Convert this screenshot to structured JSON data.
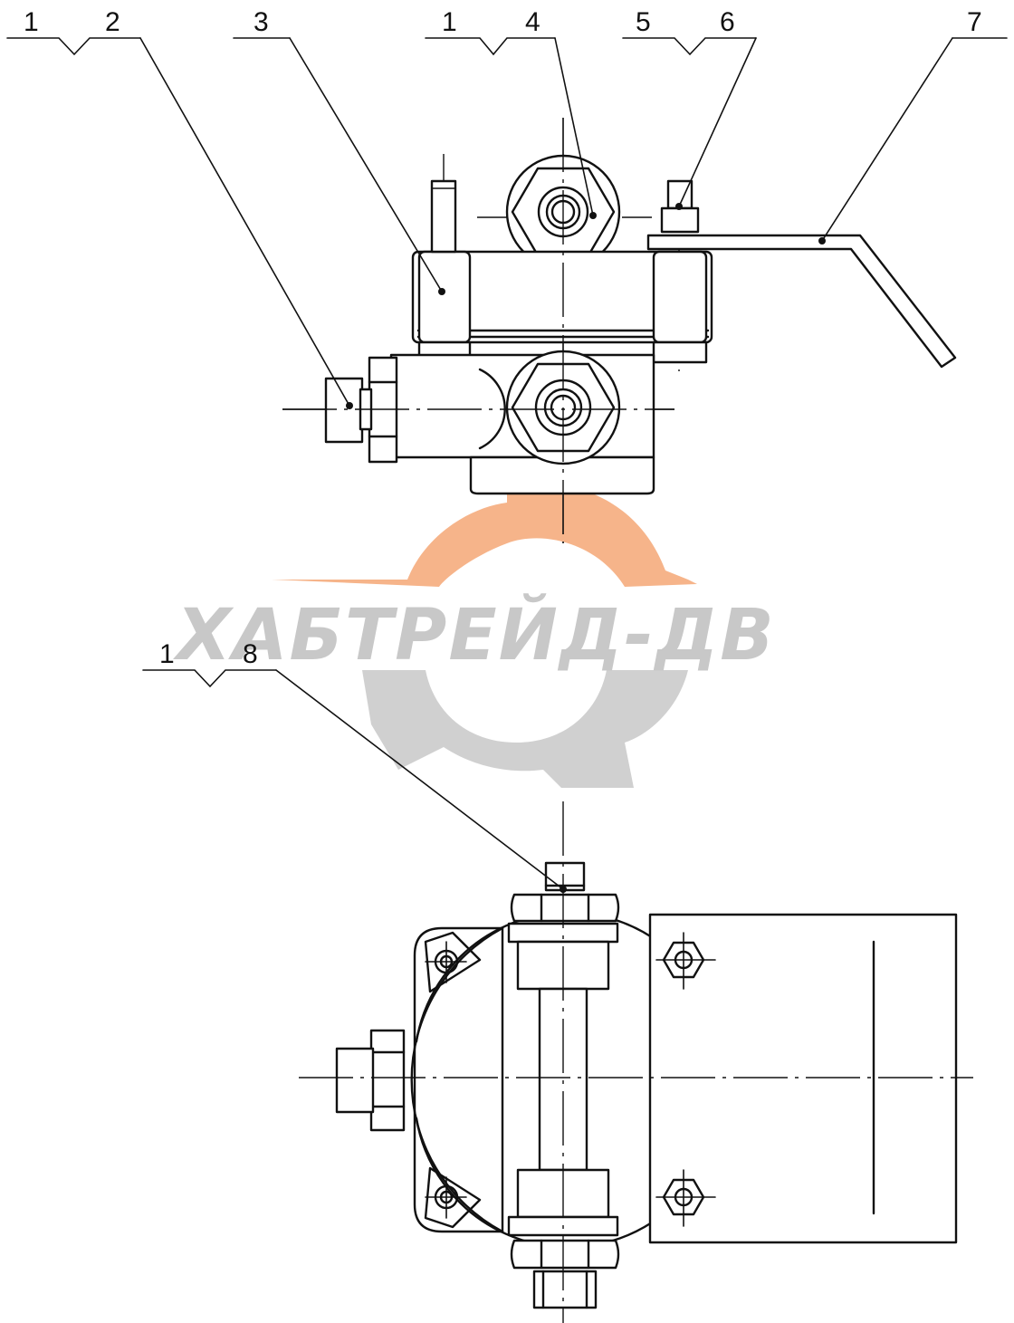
{
  "watermark": {
    "text": "ХАБТРЕЙД-ДВ",
    "accent_color": "#f6b48a",
    "text_color": "#c8c8c8"
  },
  "callouts": [
    {
      "id": "c1a",
      "label": "1"
    },
    {
      "id": "c2",
      "label": "2"
    },
    {
      "id": "c3",
      "label": "3"
    },
    {
      "id": "c1b",
      "label": "1"
    },
    {
      "id": "c4",
      "label": "4"
    },
    {
      "id": "c5",
      "label": "5"
    },
    {
      "id": "c6",
      "label": "6"
    },
    {
      "id": "c7",
      "label": "7"
    },
    {
      "id": "c1c",
      "label": "1"
    },
    {
      "id": "c8",
      "label": "8"
    }
  ]
}
